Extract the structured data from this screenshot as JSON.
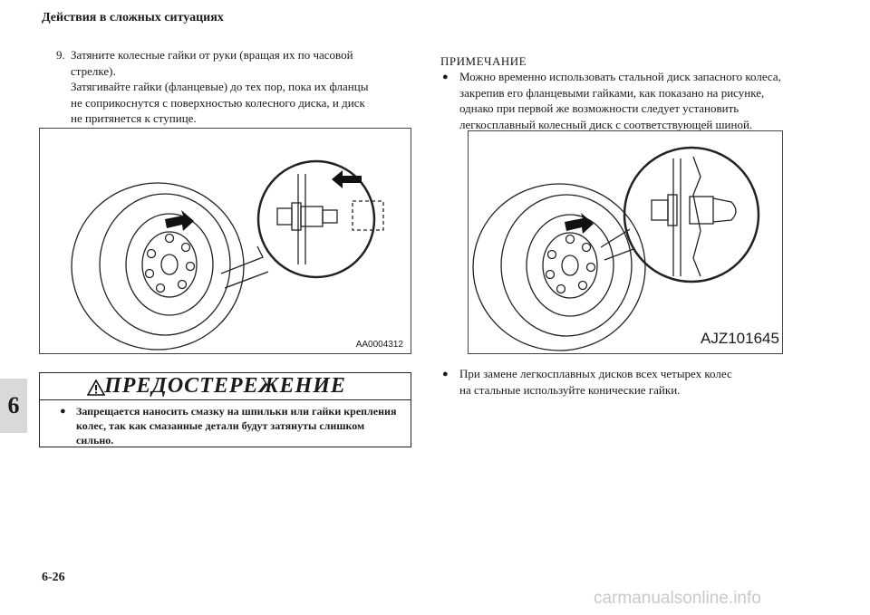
{
  "header": {
    "title": "Действия в сложных ситуациях"
  },
  "page": {
    "number": "6-26",
    "chapter": "6"
  },
  "watermark": "carmanualsonline.info",
  "step": {
    "number": "9.",
    "lines": [
      "Затяните колесные гайки от руки (вращая их по часовой",
      "стрелке).",
      "Затягивайте гайки (фланцевые) до тех пор, пока их фланцы",
      "не соприкоснутся с поверхностью колесного диска, и диск",
      "не притянется к ступице."
    ]
  },
  "figure1": {
    "code": "AA0004312"
  },
  "figure2": {
    "code": "AJZ101645"
  },
  "warning": {
    "title": "ПРЕДОСТЕРЕЖЕНИЕ",
    "icon": "warning-triangle-icon",
    "lines": [
      "Запрещается наносить смазку на шпильки или гайки крепления",
      "колес, так как смазанные детали будут затянуты слишком",
      "сильно."
    ]
  },
  "note": {
    "title": "ПРИМЕЧАНИЕ",
    "bullet": "●",
    "item1": [
      "Можно временно использовать стальной диск запасного колеса,",
      "закрепив его фланцевыми гайками, как показано на рисунке,",
      "однако при первой же возможности следует установить",
      "легкосплавный колесный диск с соответствующей шиной."
    ],
    "item2": [
      "При замене легкосплавных дисков всех четырех колес",
      "на стальные используйте конические гайки."
    ]
  }
}
